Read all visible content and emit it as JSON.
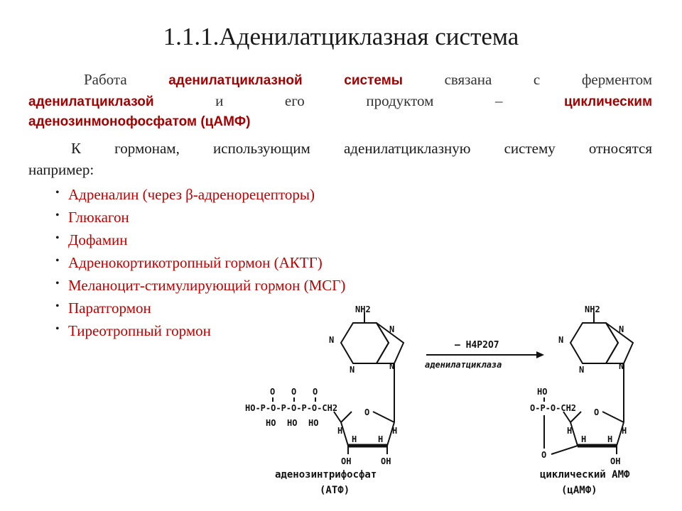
{
  "title": "1.1.1.Аденилатциклазная система",
  "intro": {
    "w_rabota": "Работа",
    "w_adenilat": "аденилатциклазной",
    "w_sistemy": "системы",
    "w_svyazana": "связана",
    "w_s": "с",
    "w_fermentom": "ферментом",
    "w_adenilatciklazoy": "аденилатциклазой",
    "w_i": "и",
    "w_ego": "его",
    "w_produktom": "продуктом",
    "w_dash": "–",
    "w_ciklicheskim": "циклическим",
    "line3": "аденозинмонофосфатом (цАМФ)"
  },
  "hormones_intro": {
    "line1": "К гормонам, использующим аденилатциклазную систему относятся",
    "line2": "например:"
  },
  "hormones": [
    "Адреналин (через β-адренорецепторы)",
    "Глюкагон",
    "Дофамин",
    "Адренокортикотропный гормон (АКТГ)",
    "Меланоцит-стимулирующий гормон (МСГ)",
    "Паратгормон",
    "Тиреотропный гормон"
  ],
  "bullet_glyph": "•",
  "diagram": {
    "atp": {
      "nh2": "NH2",
      "n": "N",
      "o": "O",
      "oh": "OH",
      "h": "H",
      "ho": "HO",
      "p": "P",
      "ch2": "CH2",
      "phosphate_chain": "HO-P-O-P-O-P-O-CH2",
      "name": "аденозинтрифосфат",
      "abbr": "(АТФ)"
    },
    "arrow": {
      "top": "– H4P2O7",
      "bottom": "аденилатциклаза"
    },
    "camp": {
      "phosphate": "O-P-O-CH2",
      "name": "циклический АМФ",
      "abbr": "(цАМФ)"
    }
  },
  "colors": {
    "text": "#1a1a1a",
    "accent_red": "#c00000",
    "bold_red": "#a50000"
  }
}
